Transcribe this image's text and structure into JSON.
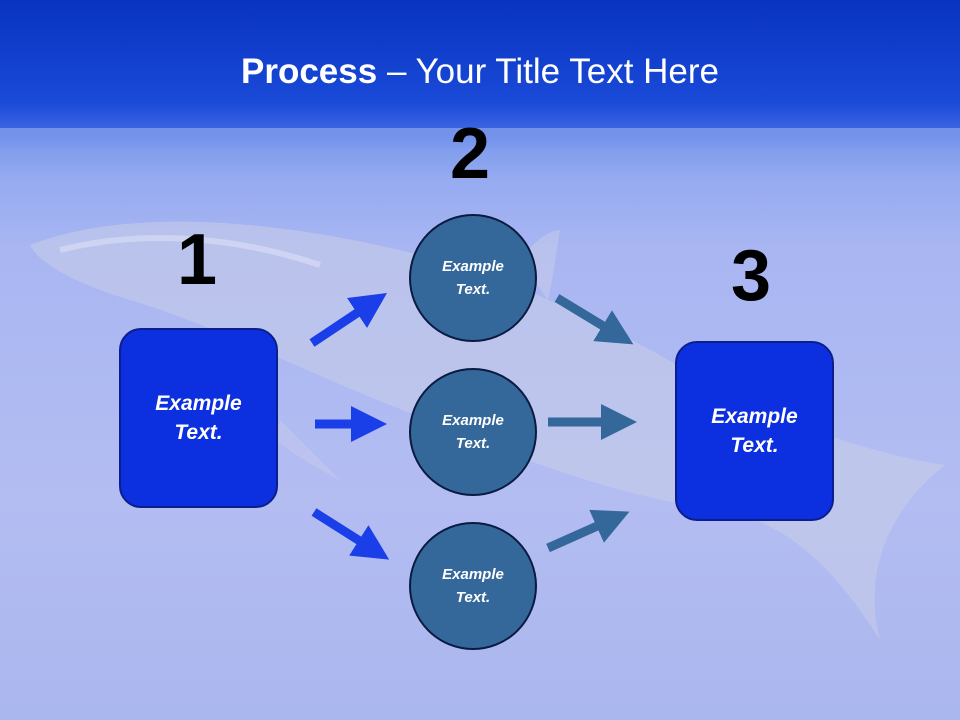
{
  "title": {
    "strong": "Process",
    "rest": " – Your Title Text Here"
  },
  "steps": {
    "one": "1",
    "two": "2",
    "three": "3"
  },
  "boxes": {
    "left": [
      "Example",
      "Text."
    ],
    "right": [
      "Example",
      "Text."
    ]
  },
  "circles": [
    [
      "Example",
      "Text."
    ],
    [
      "Example",
      "Text."
    ],
    [
      "Example",
      "Text."
    ]
  ],
  "colors": {
    "header": "#0a34c8",
    "box_fill": "#0c2fe0",
    "circle_fill": "#34679a",
    "arrow_left": "#1a3ee8",
    "arrow_right": "#34679a"
  }
}
